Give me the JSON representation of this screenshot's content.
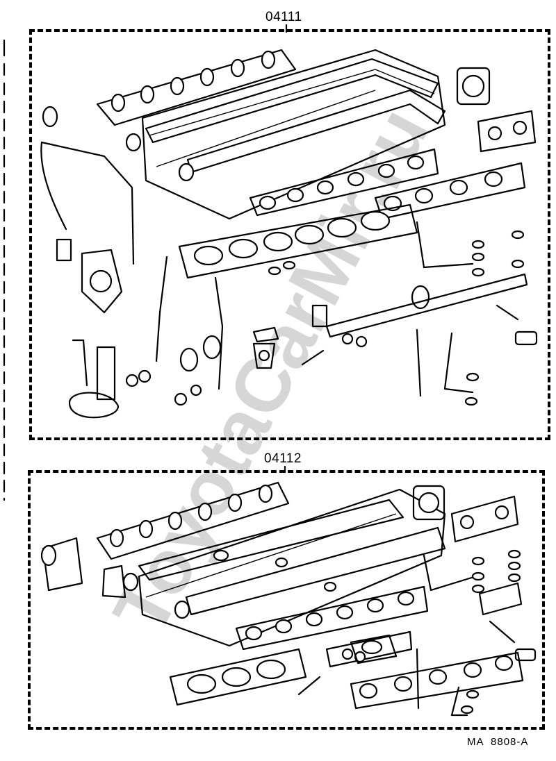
{
  "kits": [
    {
      "part_number": "04111"
    },
    {
      "part_number": "04112"
    }
  ],
  "diagram_code": "MA  8808-A",
  "watermark": "ToyotaCarMir.ru"
}
